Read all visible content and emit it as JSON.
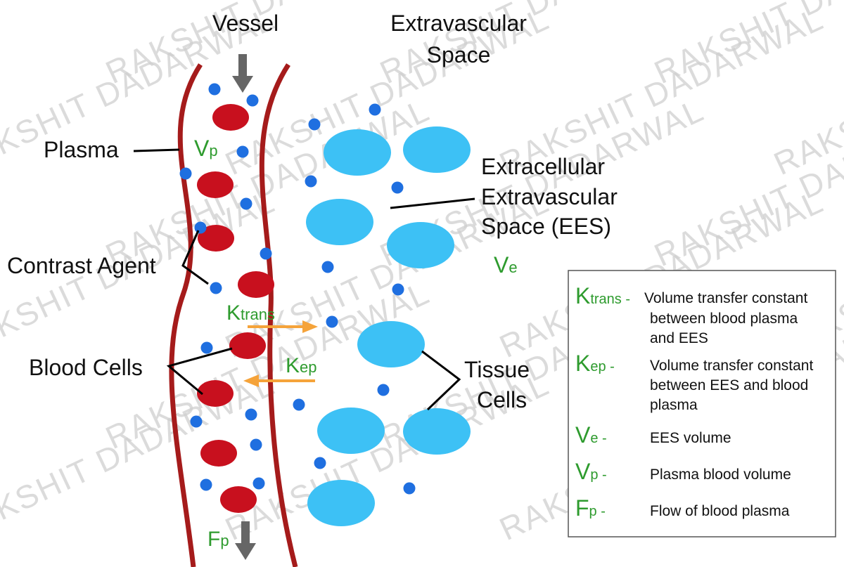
{
  "colors": {
    "vessel_wall": "#a51b1b",
    "blood_cell": "#c8101e",
    "contrast_dot": "#1f6fe0",
    "tissue_cell": "#3dc1f5",
    "rate_arrow": "#f5a33a",
    "flow_arrow": "#666666",
    "symbol_green": "#2e9b2e"
  },
  "headings": {
    "vessel": "Vessel",
    "extravascular_line1": "Extravascular",
    "extravascular_line2": "Space"
  },
  "labels": {
    "plasma": "Plasma",
    "contrast_agent": "Contrast Agent",
    "blood_cells": "Blood Cells",
    "ees_line1": "Extracellular",
    "ees_line2": "Extravascular",
    "ees_line3": "Space (EES)",
    "tissue_line1": "Tissue",
    "tissue_line2": "Cells"
  },
  "symbols": {
    "vp": {
      "main": "V",
      "sub": "p"
    },
    "ve": {
      "main": "V",
      "sub": "e"
    },
    "ktrans": {
      "main": "K",
      "sub": "trans"
    },
    "kep": {
      "main": "K",
      "sub": "ep"
    },
    "fp": {
      "main": "F",
      "sub": "p"
    }
  },
  "legend": [
    {
      "main": "K",
      "sub": "trans",
      "dash": " -",
      "lines": [
        "Volume transfer constant",
        "between blood plasma",
        "and EES"
      ]
    },
    {
      "main": "K",
      "sub": "ep",
      "dash": " -",
      "lines": [
        "Volume transfer constant",
        "between EES and blood",
        "plasma"
      ]
    },
    {
      "main": "V",
      "sub": "e",
      "dash": " -",
      "lines": [
        "EES volume"
      ]
    },
    {
      "main": "V",
      "sub": "p",
      "dash": " -",
      "lines": [
        "Plasma blood volume"
      ]
    },
    {
      "main": "F",
      "sub": "p",
      "dash": " -",
      "lines": [
        "Flow of blood plasma"
      ]
    }
  ],
  "watermark": "RAKSHIT DADARWAL"
}
